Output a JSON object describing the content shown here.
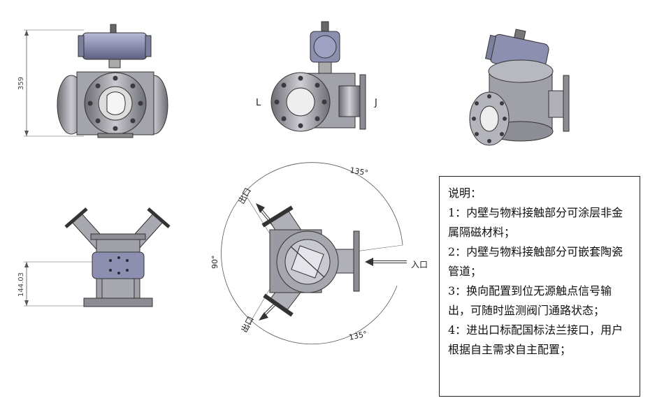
{
  "dimensions": {
    "height_top": "359",
    "height_bottom": "144.03"
  },
  "flow_diagram": {
    "angle_top": "135°",
    "angle_left": "90°",
    "angle_bottom": "135°",
    "outlet_top": "出口",
    "outlet_bottom": "出口",
    "inlet": "入口"
  },
  "side_view_marks": {
    "left": "L",
    "right": "J"
  },
  "notes": {
    "title": "说明：",
    "items": [
      "1：内壁与物料接触部分可涂层非金属隔磁材料；",
      "2：内壁与物料接触部分可嵌套陶瓷管道；",
      "3：换向配置到位无源触点信号输出，可随时监测阀门通路状态；",
      "4：进出口标配国标法兰接口，用户根据自主需求自主配置；"
    ]
  },
  "colors": {
    "metal": "#9a9aa3",
    "metal_dark": "#5f5f68",
    "actuator": "#8d8fb0",
    "line": "#333333"
  }
}
